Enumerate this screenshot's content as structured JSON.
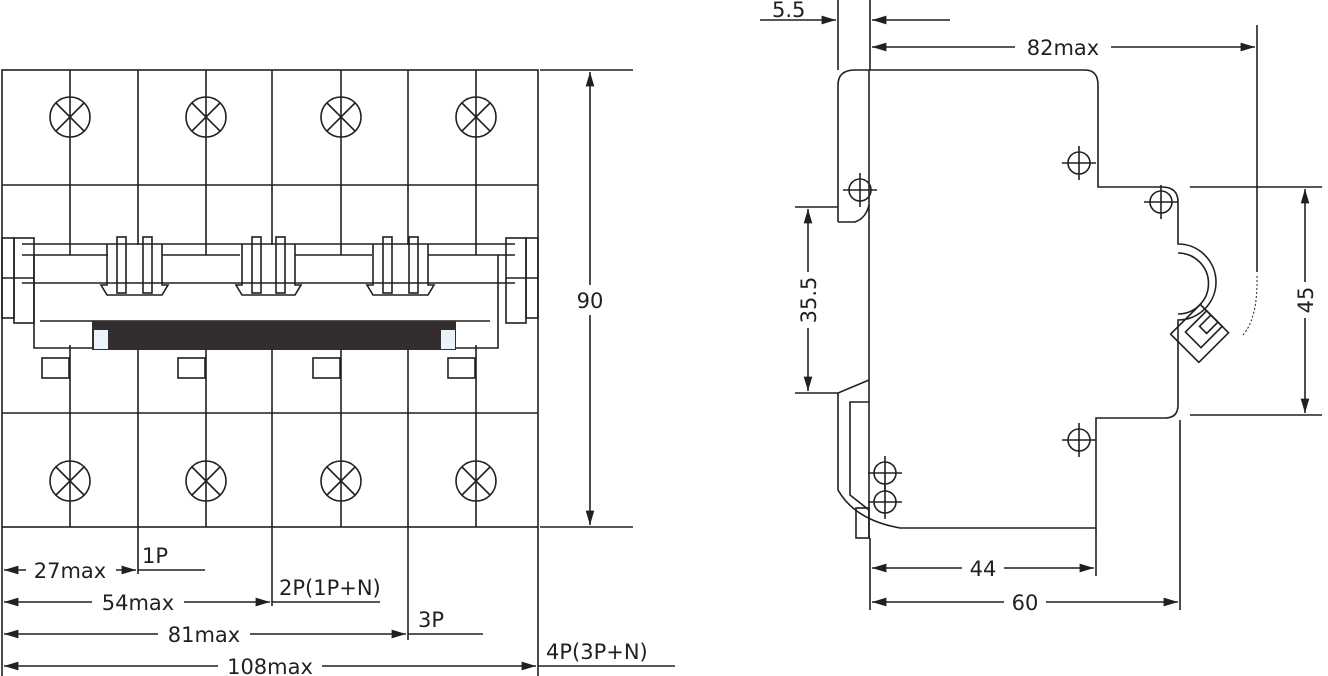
{
  "front_view": {
    "height_dim": "90",
    "width_dims": [
      {
        "value": "27max",
        "poles": "1P"
      },
      {
        "value": "54max",
        "poles": "2P(1P+N)"
      },
      {
        "value": "81max",
        "poles": "3P"
      },
      {
        "value": "108max",
        "poles": "4P(3P+N)"
      }
    ]
  },
  "side_view": {
    "rail_offset": "5.5",
    "depth_max": "82max",
    "front_height": "45",
    "rail_height": "35.5",
    "front_depth": "44",
    "total_depth": "60"
  },
  "colors": {
    "line": "#231f20",
    "bar": "#332d2d",
    "window": "#eaf3fb"
  }
}
